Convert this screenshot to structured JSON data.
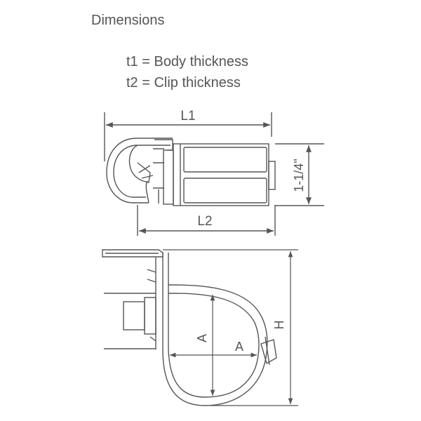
{
  "heading": "Dimensions",
  "legend": [
    "t1 = Body thickness",
    "t2 = Clip thickness"
  ],
  "dimensions": {
    "l1": "L1",
    "l2": "L2",
    "height_top": "1-1/4\"",
    "a_vertical": "A",
    "a_horizontal": "A",
    "h": "H"
  },
  "colors": {
    "line": "#555555",
    "text": "#555555",
    "background": "#ffffff"
  }
}
